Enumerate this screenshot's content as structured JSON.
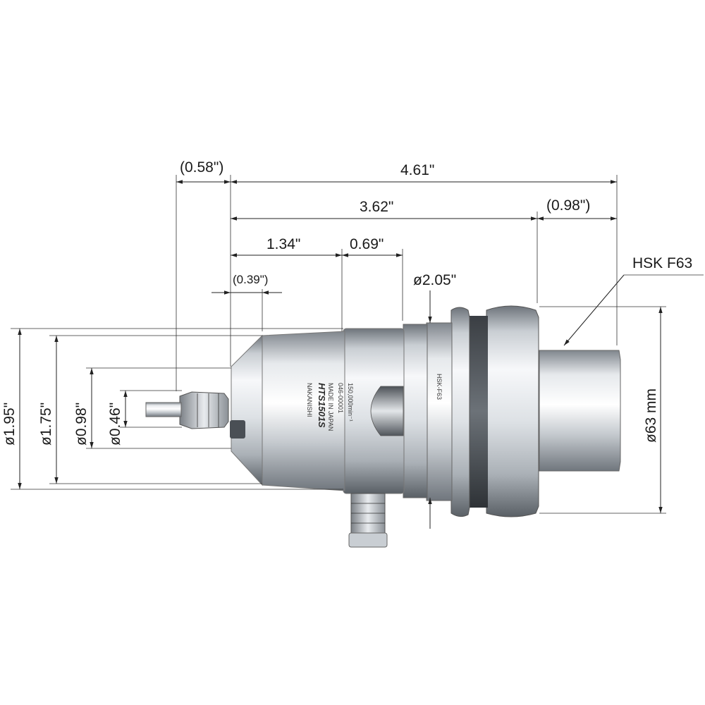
{
  "dimensions": {
    "overall_length": "4.61\"",
    "nose_extension": "(0.58\")",
    "body_to_flange": "3.62\"",
    "shank_length": "(0.98\")",
    "nose_length": "1.34\"",
    "coolant_section": "0.69\"",
    "cone_length": "(0.39\")",
    "flange_diameter": "ø2.05\"",
    "shank_type": "HSK F63",
    "body_diameter": "ø1.95\"",
    "nose_diameter": "ø1.75\"",
    "collet_diameter": "ø0.98\"",
    "tool_diameter": "ø0.46\"",
    "shank_diameter": "ø63 mm"
  },
  "engraving": {
    "brand": "NAKANISHI",
    "model": "HTS1501S",
    "origin": "MADE IN JAPAN",
    "serial": "046-00001",
    "speed": "150,000min⁻¹",
    "shank_mark": "HSK-F63"
  },
  "colors": {
    "line": "#222222",
    "steel_light": "#f2f4f6",
    "steel_mid": "#b9bec4",
    "steel_dark": "#5d636a"
  }
}
